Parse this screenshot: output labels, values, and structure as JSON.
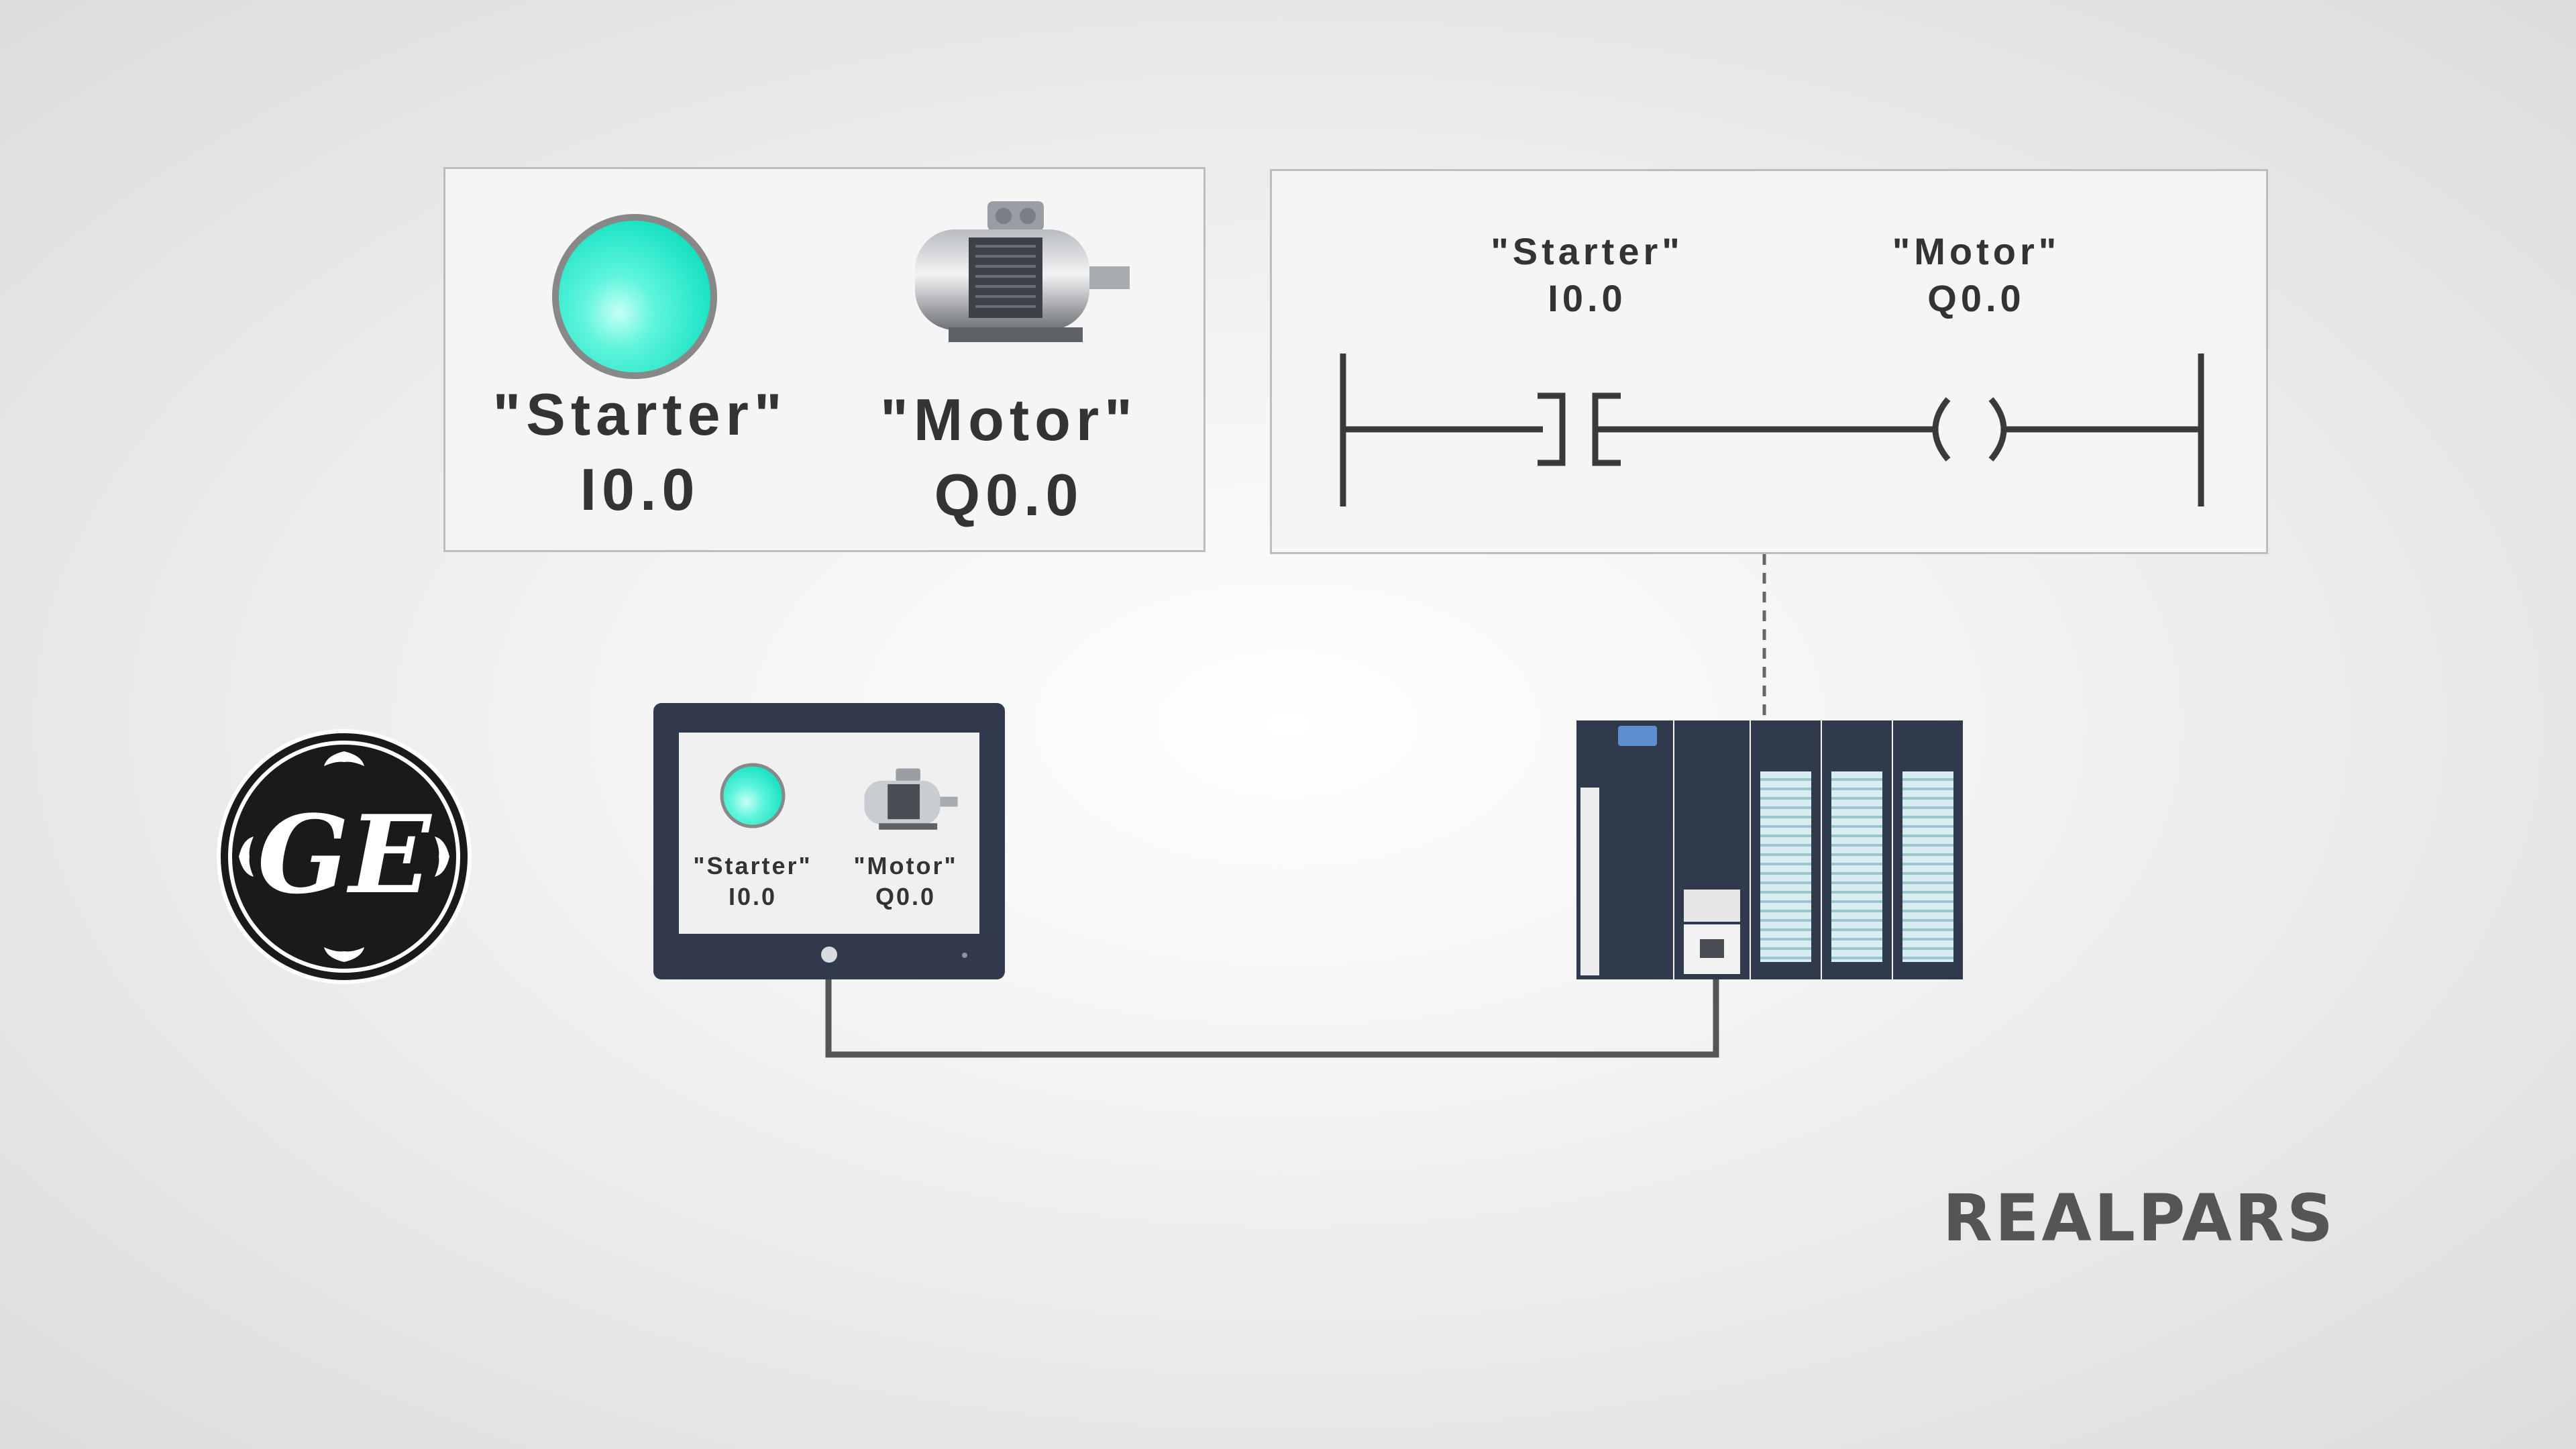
{
  "hmi_preview": {
    "starter_name": "\"Starter\"",
    "starter_addr": "I0.0",
    "motor_name": "\"Motor\"",
    "motor_addr": "Q0.0"
  },
  "ladder": {
    "contact_name": "\"Starter\"",
    "contact_addr": "I0.0",
    "coil_name": "\"Motor\"",
    "coil_addr": "Q0.0"
  },
  "hmi_device": {
    "starter_name": "\"Starter\"",
    "starter_addr": "I0.0",
    "motor_name": "\"Motor\"",
    "motor_addr": "Q0.0"
  },
  "brand": {
    "ge_logo_text": "GE",
    "realpars": "REALPARS"
  },
  "colors": {
    "indicator": "#2ee6cc",
    "device_dark": "#2f3a4c",
    "line": "#555555"
  }
}
